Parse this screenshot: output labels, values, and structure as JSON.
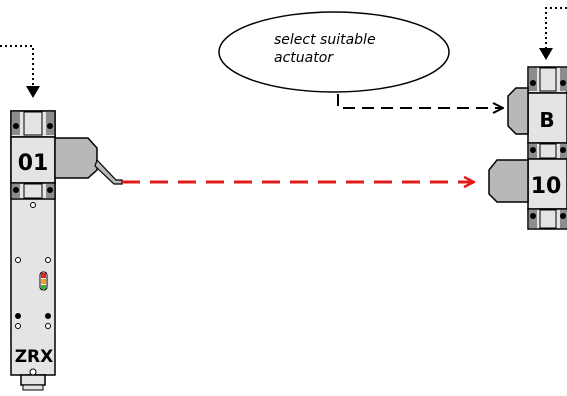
{
  "callout": {
    "line1": "select suitable",
    "line2": "actuator"
  },
  "left_device": {
    "top_label": "01",
    "bottom_label": "ZRX"
  },
  "right_device": {
    "top_label": "B",
    "bottom_label": "10"
  },
  "colors": {
    "device_fill": "#e4e4e4",
    "device_dark": "#8c8c8c",
    "actuator_fill": "#b8b8b8",
    "arrow_red": "#e11b1b",
    "arrow_black": "#000000",
    "led_red": "#e82020",
    "led_orange": "#f2a21c",
    "led_green": "#36b236"
  }
}
